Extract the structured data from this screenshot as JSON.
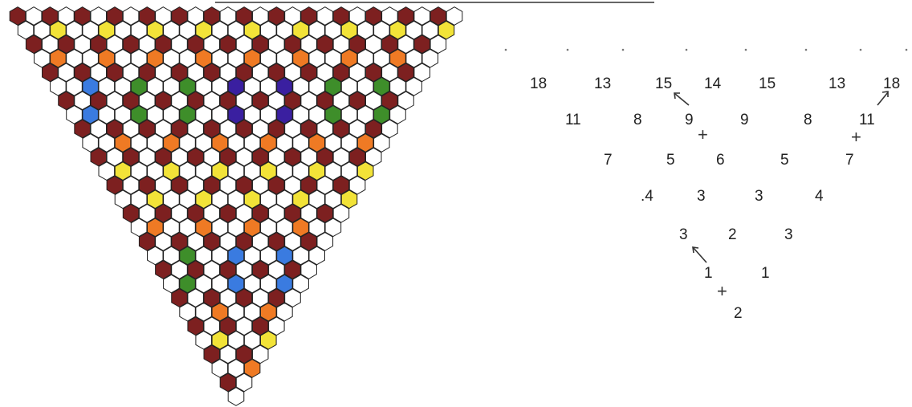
{
  "colors": {
    "background": "#ffffff",
    "outline": "#222222",
    "palette": {
      "W": "#ffffff",
      "R": "#7d2020",
      "Y": "#f2e338",
      "O": "#ef7a24",
      "B": "#3a7be0",
      "G": "#3e8e2a",
      "P": "#3a1fa0"
    }
  },
  "hex_triangle": {
    "top_row_cells": 28,
    "rows": 28,
    "color_key": {
      "W": "white",
      "R": "dark red",
      "Y": "yellow",
      "O": "orange",
      "B": "blue",
      "G": "green",
      "P": "purple"
    },
    "color_rows": [
      "RWRWRWRWRWRWRWRWRWRWRWRWRWRW",
      "WWYWWYWWYWWYWWYWWYWWYWWYWWY",
      "RWRWRWRWRWRWRWRWRWRWRWRWRW",
      "WOWWOWWOWWOWWOWWOWWOWWOWW",
      "RWRWRWRWRWRWRWRWRWRWRWRW",
      "WWBWWGWWGWWPWWPWWGWWGWW",
      "RWRWRWRWRWRWRWRWRWRWRW",
      "WBWWGWWGWWPWWPWWGWWGW",
      "RWRWRWRWRWRWRWRWRWRW",
      "WWOWWOWWOWWOWWOWWOW",
      "RWRWRWRWRWRWRWRWRW",
      "WYWWYWWYWWYWWYWWY",
      "RWRWRWRWRWRWRWRW",
      "WWYWWYWWYWWYWWY",
      "RWRWRWRWRWRWRW",
      "WOWWOWWOWWOWW",
      "RWRWRWRWRWRW",
      "WWGWWBWWBWW",
      "RWRWRWRWRW",
      "WGWWBWWBW",
      "RWRWRWRW",
      "WWOWWOW",
      "RWRWRW",
      "WYWWY",
      "RWRW",
      "WWO",
      "RW",
      "W"
    ]
  },
  "number_triangle": {
    "rows": [
      [
        "18",
        "13",
        "15",
        "14",
        "15",
        "13",
        "18"
      ],
      [
        "11",
        "8",
        "9",
        "9",
        "8",
        "11"
      ],
      [
        "7",
        "5",
        "6",
        "5",
        "7"
      ],
      [
        ".4",
        "3",
        "3",
        "4"
      ],
      [
        "3",
        "2",
        "3"
      ],
      [
        "1",
        "1"
      ],
      [
        "2"
      ]
    ],
    "annotations": {
      "plus_sign": "+",
      "plus_count": 3,
      "arrow_count": 3
    }
  }
}
